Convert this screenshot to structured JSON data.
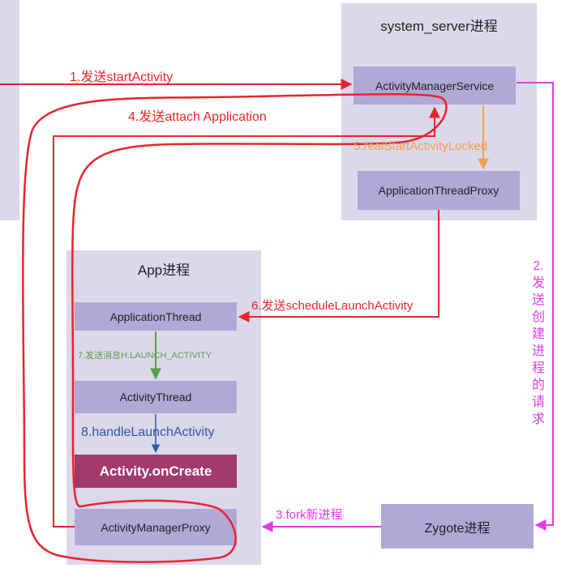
{
  "regions": {
    "launcher_sliver": "",
    "system_server": "system_server进程",
    "app": "App进程"
  },
  "boxes": {
    "ams": "ActivityManagerService",
    "atp": "ApplicationThreadProxy",
    "application_thread": "ApplicationThread",
    "activity_thread": "ActivityThread",
    "on_create": "Activity.onCreate",
    "amp": "ActivityManagerProxy",
    "zygote": "Zygote进程"
  },
  "steps": {
    "s1": "1.发送startActivity",
    "s2": [
      "2.",
      "发",
      "送",
      "创",
      "建",
      "进",
      "程",
      "的",
      "请",
      "求"
    ],
    "s3": "3.fork新进程",
    "s4": "4.发送attach Application",
    "s5": "5.realStartActivityLocked",
    "s6": "6.发送scheduleLaunchActivity",
    "s7": "7.发送消息H.LAUNCH_ACTIVITY",
    "s8": "8.handleLaunchActivity"
  },
  "colors": {
    "red": "#e8252b",
    "magenta": "#e03ce6",
    "orange": "#f0a24a",
    "green": "#5aa04a",
    "blue": "#2c5aa0",
    "region_bg": "#ddd7ec",
    "box_bg": "#b2a8d6",
    "highlight_bg": "#a23a6e"
  }
}
